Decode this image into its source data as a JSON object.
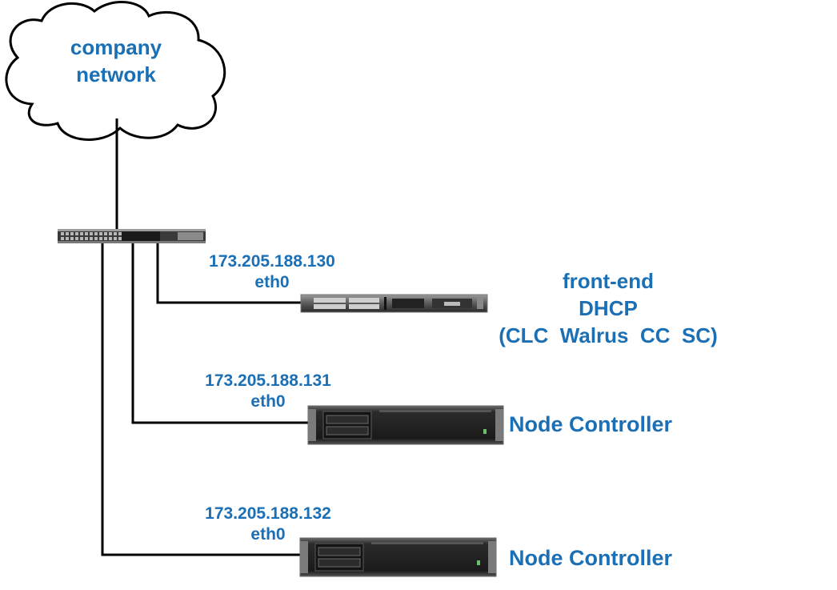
{
  "cloud": {
    "line1": "company",
    "line2": "network"
  },
  "frontend": {
    "ip": "173.205.188.130",
    "iface": "eth0",
    "role_line1": "front-end",
    "role_line2": "DHCP",
    "role_line3": "(CLC  Walrus  CC  SC)"
  },
  "node1": {
    "ip": "173.205.188.131",
    "iface": "eth0",
    "role": "Node Controller"
  },
  "node2": {
    "ip": "173.205.188.132",
    "iface": "eth0",
    "role": "Node Controller"
  },
  "colors": {
    "label": "#1b6fb5",
    "line": "#000000"
  }
}
